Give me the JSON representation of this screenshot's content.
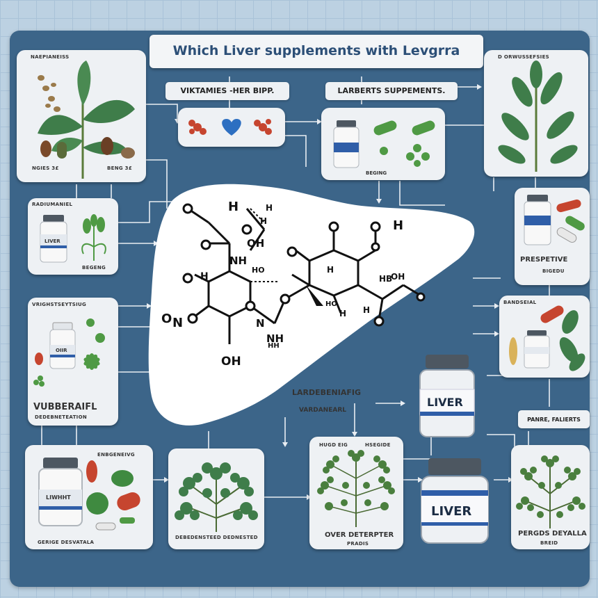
{
  "title": "Which Liver supplements with Levgrra",
  "subtitles": {
    "left": "VIKTAMIES -HER BIPP.",
    "right": "LARBERTS SUPPEMENTS."
  },
  "cards": {
    "top_left": {
      "header": "NAEPIANEISS",
      "tag1": "NGIES 3£",
      "tag2": "BENG 3£"
    },
    "top_right": {
      "header": "D ORWUSSEFSIES"
    },
    "left_2": {
      "header": "RADIUMANIEL",
      "bottle": "LIVER",
      "caption": "BEGENG"
    },
    "left_3": {
      "header": "VRIGHSTSEYTSIUG",
      "bottle": "OIIR",
      "caption": "VUBBERAIFL",
      "caption2": "DEDEBNETEATION"
    },
    "bottom_left": {
      "header": "ENBGENEIVG",
      "bottle": "LIWHHT",
      "caption": "GERIGE DESVATALA"
    },
    "bottom_plant": {
      "caption": "DEBEDENSTEED DEDNESTED"
    },
    "bottom_mid": {
      "header1": "HUGD EIG",
      "header2": "HSEGIDE",
      "caption1": "OVER DETERPTER",
      "caption2": "PRADIS"
    },
    "bottom_right": {
      "caption1": "PERGDS DEYALLA",
      "caption2": "BREID"
    },
    "right_2": {
      "caption": "PRESPETIVE",
      "sub": "BIGEDU"
    },
    "right_3": {
      "header": "BANDSEIAL"
    },
    "right_note": {
      "text": "PANRE, FALIERTS"
    }
  },
  "liver": {
    "bottle_label": "LIVER",
    "bottle_label2": "LIVER",
    "caption": "LARDEBENIAFIG",
    "caption2": "VARDANEARL"
  },
  "molecule": {
    "labels": [
      "H",
      "H",
      "H",
      "H",
      "OH",
      "NH",
      "HO",
      "OH",
      "H",
      "O",
      "H",
      "HB",
      "N",
      "NH",
      "N",
      "OH",
      "H",
      "H",
      "HO",
      "HH"
    ]
  },
  "colors": {
    "board": "#3c6589",
    "card": "#eef1f4",
    "leaf": "#3f7d4a",
    "pill_red": "#c6452f",
    "pill_green": "#4f9a44",
    "heart_blue": "#2d6fc1",
    "bottle_cap": "#4d5761",
    "label_band": "#2f5ea8"
  }
}
